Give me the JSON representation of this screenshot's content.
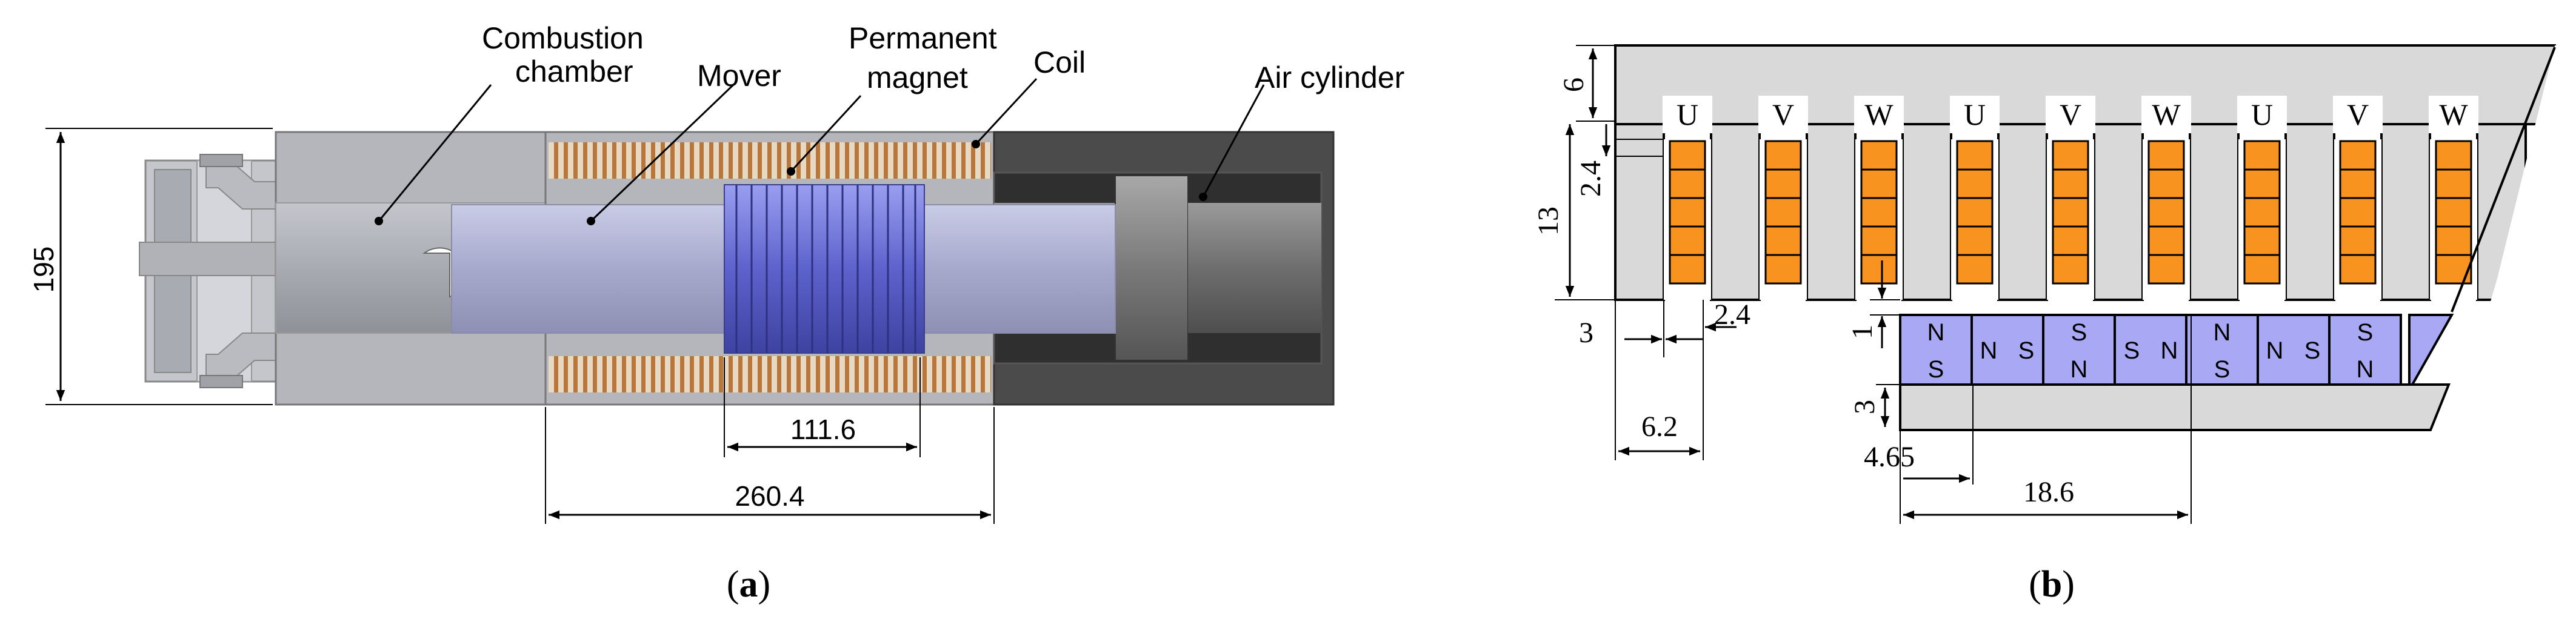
{
  "panel_a": {
    "caption_open": "(",
    "caption_letter": "a",
    "caption_close": ")",
    "labels": {
      "combustion_line1": "Combustion",
      "combustion_line2": "chamber",
      "mover": "Mover",
      "magnet_line1": "Permanent",
      "magnet_line2": "magnet",
      "coil": "Coil",
      "air_cylinder": "Air cylinder"
    },
    "dimensions": {
      "height": "195",
      "magnet_length": "111.6",
      "coil_length": "260.4"
    }
  },
  "panel_b": {
    "caption_open": "(",
    "caption_letter": "b",
    "caption_close": ")",
    "phase_labels": [
      "U",
      "V",
      "W",
      "U",
      "V",
      "W",
      "U",
      "V",
      "W"
    ],
    "magnet_poles": [
      {
        "top": "N",
        "bottom": "S"
      },
      {
        "left": "N",
        "right": "S"
      },
      {
        "top": "S",
        "bottom": "N"
      },
      {
        "left": "S",
        "right": "N"
      },
      {
        "top": "N",
        "bottom": "S"
      },
      {
        "left": "N",
        "right": "S"
      },
      {
        "top": "S",
        "bottom": "N"
      }
    ],
    "dimensions": {
      "yoke": "6",
      "slot_depth": "13",
      "tooth_tip": "2.4",
      "airgap": "1",
      "back_iron": "3",
      "tooth_width": "3",
      "slot_width": "2.4",
      "slot_pitch": "6.2",
      "magnet_width": "4.65",
      "pole_pitch": "18.6"
    }
  },
  "colors": {
    "housing_light": "#b4b6bc",
    "housing_dark": "#4b4b4b",
    "magnet_blue": "#6a6fd6",
    "coil_copper": "#c98a4a",
    "slot_orange": "#f7931e",
    "pm_lavender": "#a8a8f4",
    "iron_gray": "#d9d9d9"
  }
}
